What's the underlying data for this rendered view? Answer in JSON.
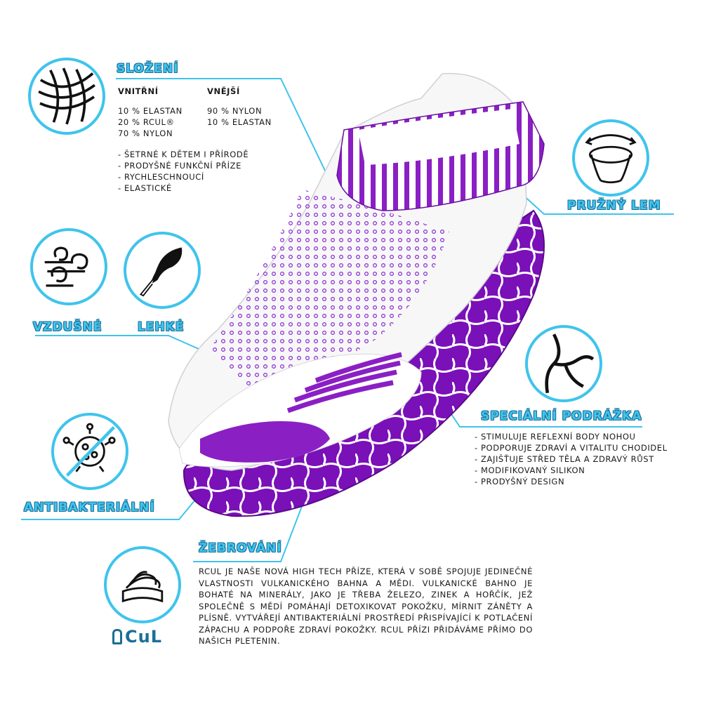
{
  "composition": {
    "heading": "SLOŽENÍ",
    "inner": {
      "title": "VNITŘNÍ",
      "items": [
        "10 % ELASTAN",
        "20 % RCUL®",
        "70 % NYLON"
      ]
    },
    "outer": {
      "title": "VNĚJŠÍ",
      "items": [
        "90 % NYLON",
        "10 % ELASTAN"
      ]
    },
    "features": [
      "- ŠETRNÉ K DĚTEM I PŘÍRODĚ",
      "- PRODYŠNÉ FUNKČNÍ PŘÍZE",
      "- RYCHLESCHNOUCÍ",
      "- ELASTICKÉ"
    ]
  },
  "labels": {
    "elastic_hem": "PRUŽNÝ LEM",
    "airy": "VZDUŠNÉ",
    "light": "LEHKÉ",
    "special_sole": "SPECIÁLNÍ PODRÁŽKA",
    "antibacterial": "ANTIBAKTERIÁLNÍ",
    "ribbing": "ŽEBROVÁNÍ"
  },
  "sole_features": [
    "- STIMULUJE REFLEXNÍ BODY NOHOU",
    "- PODPORUJE ZDRAVÍ A VITALITU CHODIDEL",
    "- ZAJIŠŤUJE STŘED TĚLA A ZDRAVÝ RŮST",
    "- MODIFIKOVANÝ SILIKON",
    "- PRODYŠNÝ DESIGN"
  ],
  "rcul_text": "RCUL JE NAŠE NOVÁ HIGH TECH PŘÍZE, KTERÁ V SOBĚ SPOJUJE JEDINEČNÉ VLASTNOSTI VULKANICKÉHO BAHNA A MĚDI. VULKANICKÉ BAHNO JE BOHATÉ NA MINERÁLY, JAKO JE TŘEBA ŽELEZO, ZINEK A HOŘČÍK, JEŽ SPOLEČNĚ S MĚDÍ POMÁHAJÍ DETOXIKOVAT POKOŽKU, MÍRNIT ZÁNĚTY A PLÍSNĚ. VYTVÁŘEJÍ ANTIBAKTERIÁLNÍ PROSTŘEDÍ PŘISPÍVAJÍCÍ K POTLAČENÍ ZÁPACHU A PODPOŘE ZDRAVÍ POKOŽKY. RCUL PŘÍZI PŘIDÁVÁME PŘÍMO DO NAŠICH PLETENIN.",
  "logo_text": "CuL",
  "colors": {
    "accent": "#3fc4ec",
    "purple": "#7a10b8",
    "ink": "#1a1a1a"
  }
}
